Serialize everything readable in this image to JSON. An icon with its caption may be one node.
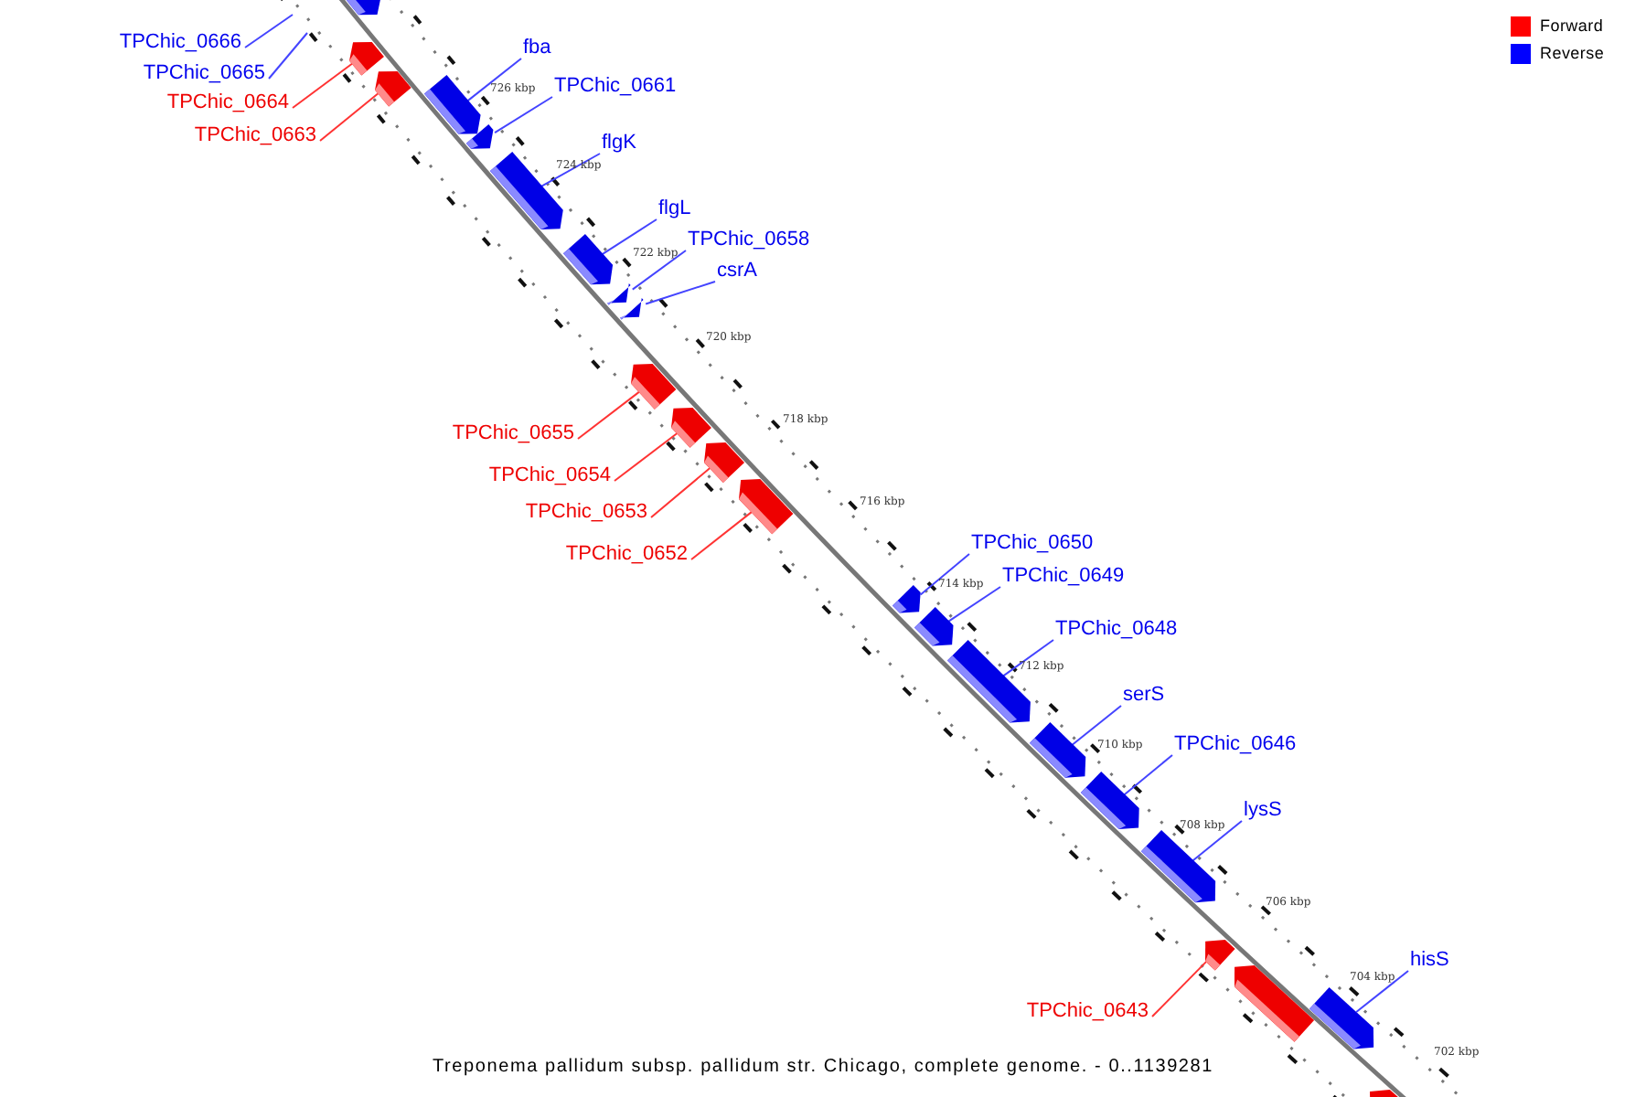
{
  "diagram": {
    "caption": "Treponema pallidum subsp. pallidum str. Chicago, complete genome. - 0..1139281",
    "nodes": [
      {
        "text": [
          "TPChic_0666"
        ]
      },
      {
        "text": [
          "TPChic_0665"
        ]
      },
      {
        "text": [
          "fba"
        ]
      },
      {
        "text": [
          "TPChic_0664"
        ]
      },
      {
        "text": [
          "TPChic_0661"
        ]
      },
      {
        "text": [
          "TPChic_0663"
        ]
      },
      {
        "text": [
          "flgK"
        ]
      },
      {
        "text": [
          "flgL"
        ]
      },
      {
        "text": [
          "TPChic_0658"
        ]
      },
      {
        "text": [
          "csrA"
        ]
      },
      {
        "text": [
          "TPChic_0655"
        ]
      },
      {
        "text": [
          "TPChic_0654"
        ]
      },
      {
        "text": [
          "TPChic_0653"
        ]
      },
      {
        "text": [
          "TPChic_0652"
        ]
      },
      {
        "text": [
          "TPChic_0650"
        ]
      },
      {
        "text": [
          "TPChic_0649"
        ]
      },
      {
        "text": [
          "TPChic_0648"
        ]
      },
      {
        "text": [
          "serS"
        ]
      },
      {
        "text": [
          "TPChic_0646"
        ]
      },
      {
        "text": [
          "lysS"
        ]
      },
      {
        "text": [
          "hisS"
        ]
      },
      {
        "text": [
          "TPChic_0643"
        ]
      },
      {
        "text": [],
        "shape": "bar"
      },
      {
        "text": [],
        "shape": "bar"
      },
      {
        "text": [],
        "shape": "bar"
      },
      {
        "text": [],
        "shape": "bar"
      },
      {
        "text": [],
        "shape": "bar"
      },
      {
        "text": [],
        "shape": "bar"
      },
      {
        "text": [],
        "shape": "bar"
      },
      {
        "text": [],
        "shape": "bar"
      },
      {
        "text": [],
        "shape": "bar"
      },
      {
        "text": [],
        "shape": "bar"
      },
      {
        "text": [],
        "shape": "bar"
      },
      {
        "text": [],
        "shape": "bar"
      },
      {
        "text": [],
        "shape": "bar"
      },
      {
        "text": [],
        "shape": "bar"
      },
      {
        "text": [],
        "shape": "bar"
      },
      {
        "text": [],
        "shape": "bar"
      },
      {
        "text": [],
        "shape": "bar"
      },
      {
        "text": [],
        "shape": "bar"
      },
      {
        "text": [],
        "shape": "bar"
      },
      {
        "text": [],
        "shape": "bar"
      },
      {
        "text": [],
        "shape": "bar"
      },
      {
        "text": [],
        "shape": "bar"
      },
      {
        "text": [],
        "shape": "bar"
      }
    ],
    "edges": [
      {
        "from": 0,
        "to": null,
        "arrow": "none"
      },
      {
        "from": 1,
        "to": null,
        "arrow": "none"
      },
      {
        "from": 2,
        "to": 25,
        "arrow": "none"
      },
      {
        "from": 3,
        "to": 23,
        "arrow": "none",
        "color": "#ff3333"
      },
      {
        "from": 4,
        "to": 26,
        "arrow": "none"
      },
      {
        "from": 5,
        "to": 24,
        "arrow": "none",
        "color": "#ff3333"
      },
      {
        "from": 6,
        "to": 27,
        "arrow": "none"
      },
      {
        "from": 7,
        "to": 28,
        "arrow": "none"
      },
      {
        "from": 8,
        "to": 29,
        "arrow": "none"
      },
      {
        "from": 9,
        "to": 30,
        "arrow": "none"
      },
      {
        "from": 10,
        "to": 31,
        "arrow": "none",
        "color": "#ff3333"
      },
      {
        "from": 11,
        "to": 32,
        "arrow": "none",
        "color": "#ff3333"
      },
      {
        "from": 12,
        "to": 33,
        "arrow": "none",
        "color": "#ff3333"
      },
      {
        "from": 13,
        "to": 34,
        "arrow": "none",
        "color": "#ff3333"
      },
      {
        "from": 14,
        "to": 35,
        "arrow": "none"
      },
      {
        "from": 15,
        "to": 36,
        "arrow": "none"
      },
      {
        "from": 16,
        "to": 37,
        "arrow": "none"
      },
      {
        "from": 17,
        "to": 38,
        "arrow": "none"
      },
      {
        "from": 18,
        "to": 39,
        "arrow": "none"
      },
      {
        "from": 19,
        "to": 40,
        "arrow": "none"
      },
      {
        "from": 20,
        "to": 43,
        "arrow": "none"
      },
      {
        "from": 21,
        "to": 41,
        "arrow": "none",
        "color": "#ff3333"
      }
    ],
    "labels": [
      "726 kbp",
      "724 kbp",
      "722 kbp",
      "720 kbp",
      "718 kbp",
      "716 kbp",
      "714 kbp",
      "712 kbp",
      "710 kbp",
      "708 kbp",
      "706 kbp",
      "704 kbp",
      "702 kbp"
    ],
    "legend": [
      {
        "text": "Forward",
        "color": "#ff0000"
      },
      {
        "text": "Reverse",
        "color": "#0000ff"
      }
    ]
  }
}
